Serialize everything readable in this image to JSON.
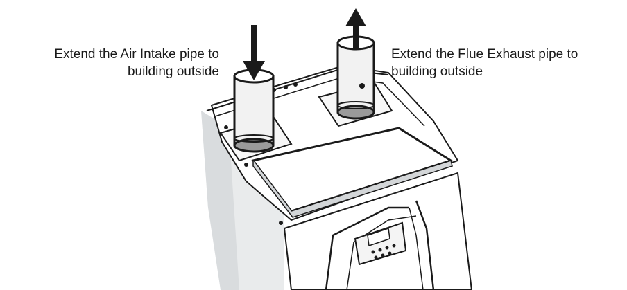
{
  "annotations": {
    "air_intake": {
      "line1": "Extend the Air Intake pipe to",
      "line2": "building outside"
    },
    "flue_exhaust": {
      "line1": "Extend the Flue Exhaust pipe to",
      "line2": "building outside"
    }
  },
  "colors": {
    "ink": "#1a1a1a",
    "panel_light": "#e9ebec",
    "panel_shade": "#d3d6d8",
    "pipe_fill": "#f2f2f2"
  },
  "icons": {
    "intake_arrow": "arrow-down-icon",
    "exhaust_arrow": "arrow-up-icon"
  }
}
